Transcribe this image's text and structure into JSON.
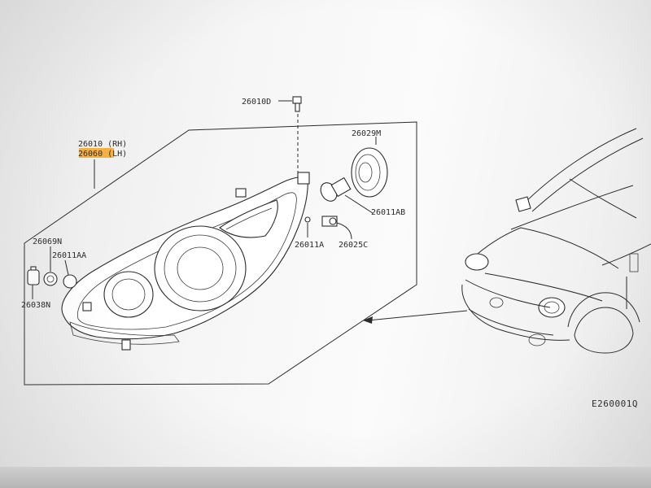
{
  "diagram": {
    "figure_code": "E260001Q",
    "labels": {
      "bolt": "26010D",
      "assembly_rh": "26010 (RH)",
      "assembly_lh": "26060 (LH)",
      "cap": "26029M",
      "bulb_main": "26011AB",
      "bulb_small": "26011A",
      "socket": "26025C",
      "grommet": "26069N",
      "bulb_side": "26011AA",
      "socket_side": "26038N"
    },
    "colors": {
      "highlight": "#f5a623",
      "ink": "#2b2b2b"
    }
  }
}
